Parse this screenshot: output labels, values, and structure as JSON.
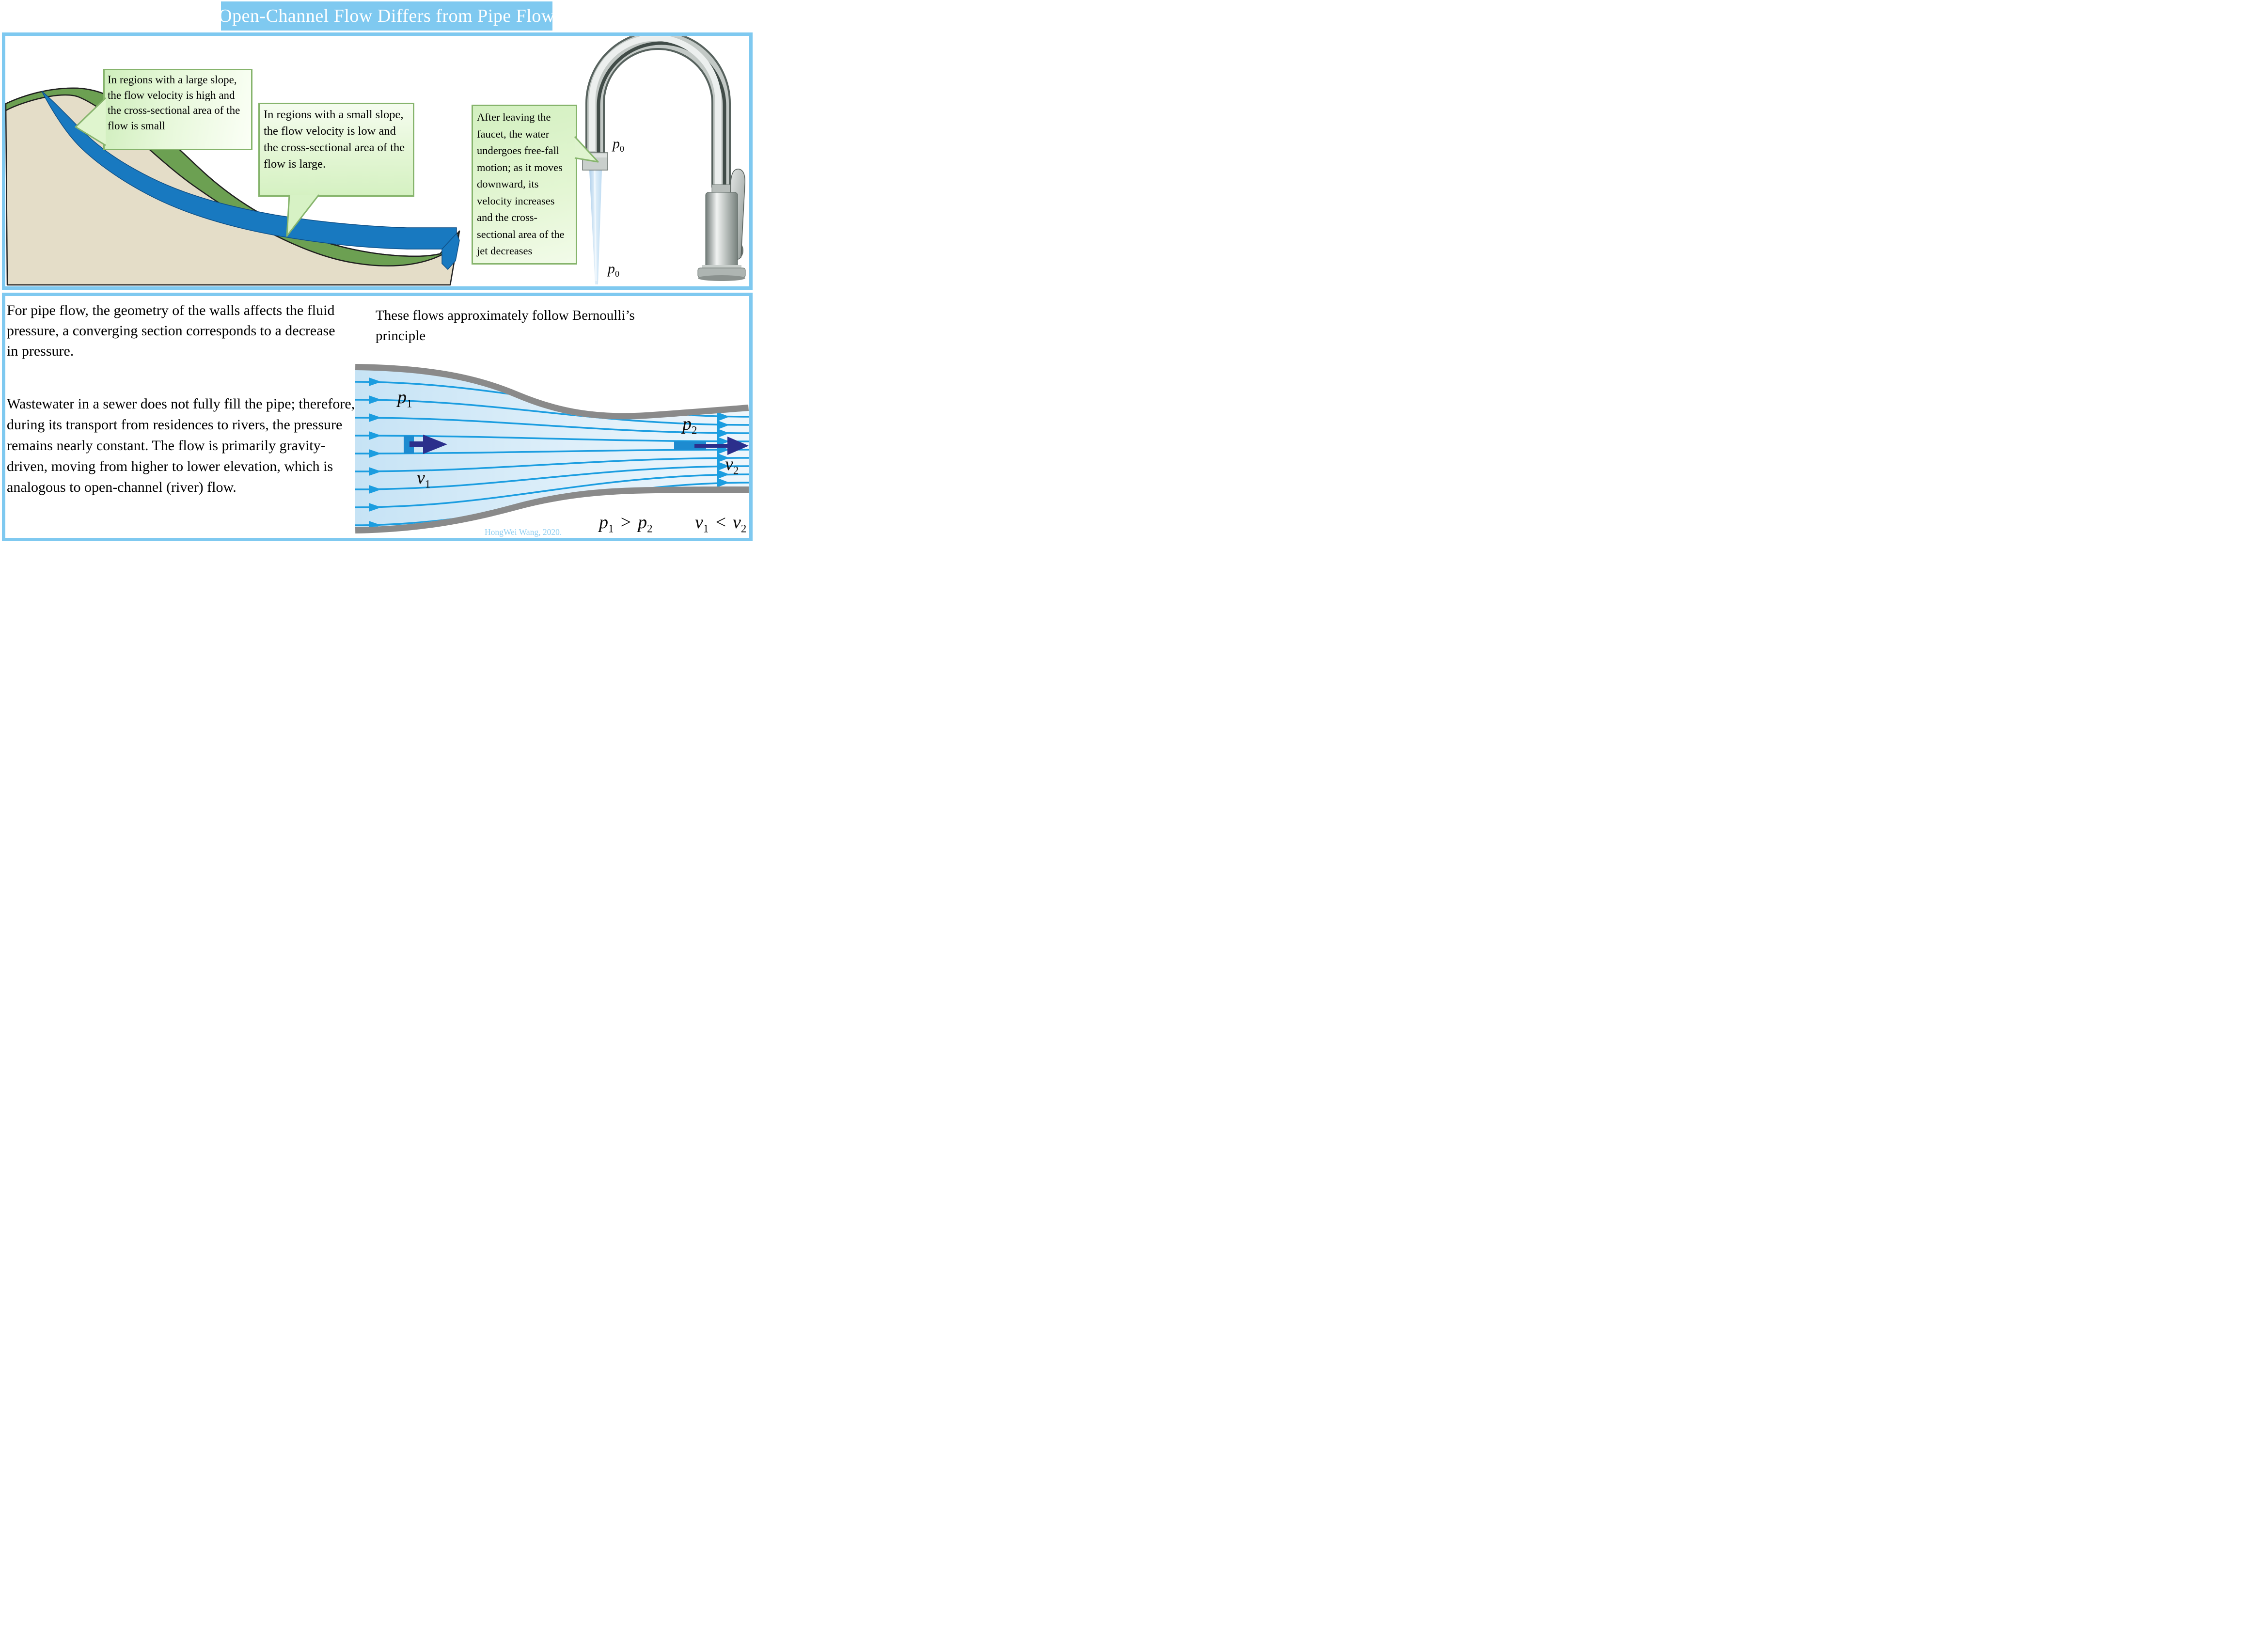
{
  "title": "Open-Channel Flow Differs from Pipe Flow",
  "top_panel": {
    "callout_large_slope": "In regions with a large slope, the flow velocity is high and the cross-sectional area of the flow is small",
    "callout_small_slope": "In regions with a small slope, the flow velocity is low and the cross-sectional area of the flow is large.",
    "callout_faucet": "After leaving the faucet, the water undergoes free-fall motion; as it moves downward, its velocity increases and the cross-sectional area of the jet decreases",
    "p0_top": {
      "base": "p",
      "sub": "0"
    },
    "p0_bottom": {
      "base": "p",
      "sub": "0"
    }
  },
  "bottom_panel": {
    "para_pipe_flow": "For pipe flow, the geometry of the walls affects the fluid pressure, a converging section corresponds to a decrease in pressure.",
    "para_wastewater": "Wastewater in a sewer does not fully fill the pipe; therefore, during its transport from residences to rivers, the pressure remains nearly constant. The flow is primarily gravity-driven, moving from higher to lower elevation, which is analogous to open-channel (river) flow.",
    "note_bernoulli": "These flows approximately follow Bernoulli’s principle",
    "diagram": {
      "p1": {
        "base": "p",
        "sub": "1"
      },
      "v1": {
        "base": "v",
        "sub": "1"
      },
      "p2": {
        "base": "p",
        "sub": "2"
      },
      "v2": {
        "base": "v",
        "sub": "2"
      },
      "relation_pressure": {
        "lhs": "p",
        "lhs_sub": "1",
        "op": ">",
        "rhs": "p",
        "rhs_sub": "2"
      },
      "relation_velocity": {
        "lhs": "v",
        "lhs_sub": "1",
        "op": "<",
        "rhs": "v",
        "rhs_sub": "2"
      },
      "credit": "HongWei Wang, 2020."
    }
  },
  "colors": {
    "accent_blue": "#7FC9F0",
    "title_text": "#FFFFFF",
    "callout_border": "#86B46C",
    "terrain_green": "#6CA052",
    "terrain_tan": "#E4DDC8",
    "river_blue": "#1879C0",
    "pipe_wall_gray": "#8A8A8A",
    "streamline_blue": "#1B9DE0",
    "piston_blue": "#1D8BD0",
    "flow_arrow_navy": "#2B2F8C",
    "credit_blue": "#8FCEF1"
  }
}
